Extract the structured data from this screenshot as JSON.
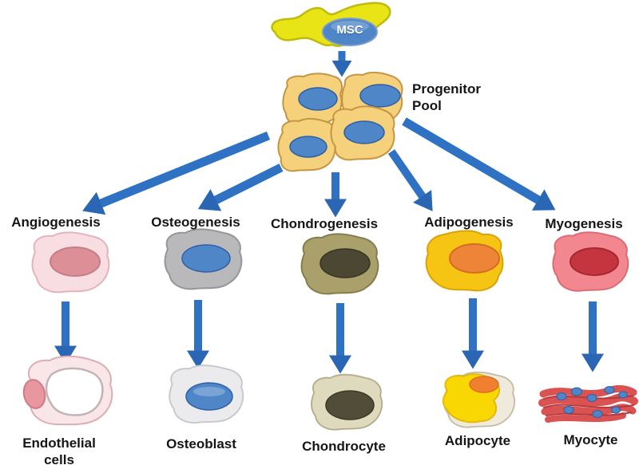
{
  "figure": {
    "root_label": "MSC",
    "pool_label": "Progenitor Pool",
    "lineages": [
      {
        "process": "Angiogenesis",
        "result": "Endothelial cells"
      },
      {
        "process": "Osteogenesis",
        "result": "Osteoblast"
      },
      {
        "process": "Chondrogenesis",
        "result": "Chondrocyte"
      },
      {
        "process": "Adipogenesis",
        "result": "Adipocyte"
      },
      {
        "process": "Myogenesis",
        "result": "Myocyte"
      }
    ],
    "colors": {
      "arrow_blue": "#2F72C4",
      "arrowhead_blue": "#2B66B4",
      "msc_yellow": "#E9E416",
      "nucleus_blue": "#4E86C8",
      "progenitor_tan": "#F6D17C",
      "angiogenesis_cell": "#F8DEE3",
      "angiogenesis_nucleus": "#DD8F98",
      "osteogenesis_cell": "#B9B9BB",
      "chondrogenesis_cell": "#A9A06B",
      "chondrogenesis_nucleus": "#4B4733",
      "adipogenesis_cell": "#F6C413",
      "adipogenesis_nucleus": "#EE8438",
      "myogenesis_cell": "#F2878F",
      "myogenesis_nucleus": "#C4353F",
      "endothelial_cell": "#F9E6E9",
      "endothelial_nucleus": "#E897A0",
      "osteoblast_cell": "#EBEBEE",
      "chondrocyte_cell": "#DFD9BE",
      "chondrocyte_nucleus": "#514D38",
      "adipocyte_membrane": "#F0EADD",
      "adipocyte_fat": "#F9D703",
      "adipocyte_nucleus": "#F08030",
      "myocyte_fiber": "#DB5252",
      "label_color": "#161616"
    }
  }
}
